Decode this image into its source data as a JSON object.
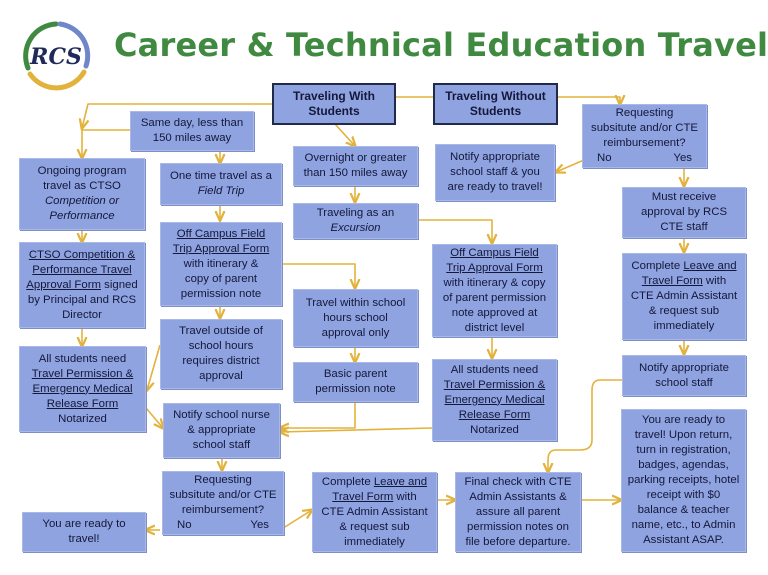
{
  "title": "Career & Technical Education Travel",
  "logo": {
    "text": "RCS",
    "colors": {
      "ring_green": "#3f8a40",
      "ring_gold": "#e3b23c",
      "ring_blue": "#6f86c9",
      "text": "#1f2a5a"
    }
  },
  "colors": {
    "box_fill": "#8fa3e0",
    "arrow": "#e3b23c",
    "title": "#3f8a40"
  },
  "nodes": {
    "with": {
      "l1": "Traveling With",
      "l2": "Students"
    },
    "without": {
      "l1": "Traveling Without",
      "l2": "Students"
    },
    "same_day": {
      "l1": "Same day, less than",
      "l2": "150 miles away"
    },
    "overnight": {
      "l1": "Overnight or greater",
      "l2": "than 150 miles away"
    },
    "ongoing": {
      "l1": "Ongoing program",
      "l2": "travel as CTSO",
      "l3": "Competition or",
      "l4": "Performance"
    },
    "onetime": {
      "l1": "One time travel as a",
      "l2": "Field Trip"
    },
    "excursion": {
      "l1": "Traveling as an",
      "l2": "Excursion"
    },
    "ctso_form": {
      "l1": "CTSO Competition &",
      "l2": "Performance Travel",
      "l3": "Approval Form",
      "l3b": " signed",
      "l4": "by Principal and RCS",
      "l5": "Director"
    },
    "offcampus1": {
      "l1": "Off Campus Field",
      "l2": "Trip Approval Form",
      "l3": "with itinerary &",
      "l4": "copy of parent",
      "l5": "permission note"
    },
    "offcampus2": {
      "l1": "Off Campus Field",
      "l2": "Trip Approval Form",
      "l3": "with itinerary & copy",
      "l4": "of parent permission",
      "l5": "note approved at",
      "l6": "district level"
    },
    "within_hours": {
      "l1": "Travel within school",
      "l2": "hours school",
      "l3": "approval only"
    },
    "outside_hours": {
      "l1": "Travel outside of",
      "l2": "school hours",
      "l3": "requires district",
      "l4": "approval"
    },
    "basic_note": {
      "l1": "Basic parent",
      "l2": "permission note"
    },
    "all_students1": {
      "l1": "All students need",
      "l2": "Travel Permission &",
      "l3": "Emergency Medical",
      "l4": "Release Form",
      "l5": "Notarized"
    },
    "all_students2": {
      "l1": "All students need",
      "l2": "Travel Permission &",
      "l3": "Emergency Medical",
      "l4": "Release Form",
      "l5": "Notarized"
    },
    "notify_nurse": {
      "l1": "Notify school nurse",
      "l2": "& appropriate",
      "l3": "school staff"
    },
    "req_sub1": {
      "l1": "Requesting",
      "l2": "subsitute and/or CTE",
      "l3": "reimbursement?",
      "no": "No",
      "yes": "Yes"
    },
    "req_sub2": {
      "l1": "Requesting",
      "l2": "subsitute and/or CTE",
      "l3": "reimbursement?",
      "no": "No",
      "yes": "Yes"
    },
    "ready1": {
      "l1": "You are ready to",
      "l2": "travel!"
    },
    "complete_leave1": {
      "l1": "Complete ",
      "l1u": "Leave and",
      "l2u": "Travel Form",
      "l2": " with",
      "l3": "CTE Admin Assistant",
      "l4": "& request sub",
      "l5": "immediately"
    },
    "final_check": {
      "l1": "Final check with CTE",
      "l2": "Admin Assistants &",
      "l3": "assure all parent",
      "l4": "permission notes on",
      "l5": "file before departure."
    },
    "notify_ready": {
      "l1": "Notify appropriate",
      "l2": "school staff & you",
      "l3": "are ready to travel!"
    },
    "must_receive": {
      "l1": "Must receive",
      "l2": "approval by RCS",
      "l3": "CTE staff"
    },
    "complete_leave2": {
      "l1": "Complete ",
      "l1u": "Leave and",
      "l2u": "Travel Form",
      "l2": " with",
      "l3": "CTE Admin Assistant",
      "l4": "& request sub",
      "l5": "immediately"
    },
    "notify_staff": {
      "l1": "Notify appropriate",
      "l2": "school staff"
    },
    "ready_final": {
      "l1": "You are ready to",
      "l2": "travel! Upon return,",
      "l3": "turn in registration,",
      "l4": "badges, agendas,",
      "l5": "parking receipts, hotel",
      "l6": "receipt with $0",
      "l7": "balance & teacher",
      "l8": "name, etc., to Admin",
      "l9": "Assistant ASAP."
    }
  }
}
